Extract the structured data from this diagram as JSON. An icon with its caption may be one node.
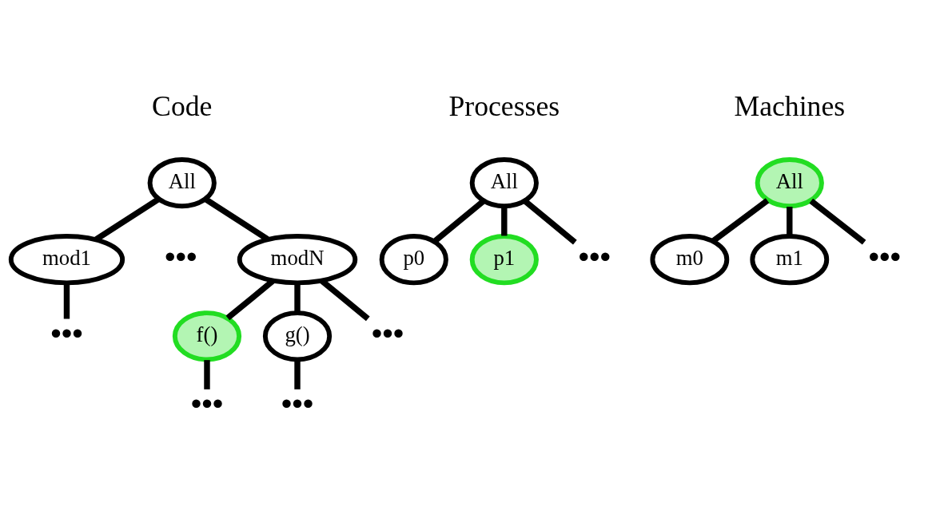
{
  "diagram": {
    "nodes": [
      {
        "text": [
          "All"
        ]
      },
      {
        "text": [
          "mod1"
        ]
      },
      {
        "text": [
          "modN"
        ]
      },
      {
        "text": [
          "•••"
        ]
      },
      {
        "text": [
          "f()"
        ]
      },
      {
        "text": [
          "g()"
        ]
      },
      {
        "text": [
          "•••"
        ]
      },
      {
        "text": [
          "•••"
        ]
      },
      {
        "text": [
          "•••"
        ]
      },
      {
        "text": [
          "All"
        ]
      },
      {
        "text": [
          "p0"
        ]
      },
      {
        "text": [
          "p1"
        ]
      },
      {
        "text": [
          "•••"
        ]
      },
      {
        "text": [
          "All"
        ]
      },
      {
        "text": [
          "m0"
        ]
      },
      {
        "text": [
          "m1"
        ]
      },
      {
        "text": [
          "•••"
        ]
      }
    ],
    "edges": [
      {
        "from": 0,
        "to": 1,
        "arrow": "none"
      },
      {
        "from": 0,
        "to": 2,
        "arrow": "none"
      },
      {
        "from": 1,
        "to": 3,
        "arrow": "none"
      },
      {
        "from": 2,
        "to": 4,
        "arrow": "none"
      },
      {
        "from": 2,
        "to": 5,
        "arrow": "none"
      },
      {
        "from": 2,
        "to": 6,
        "arrow": "none"
      },
      {
        "from": 4,
        "to": 7,
        "arrow": "none"
      },
      {
        "from": 5,
        "to": 8,
        "arrow": "none"
      },
      {
        "from": 9,
        "to": 10,
        "arrow": "none"
      },
      {
        "from": 9,
        "to": 11,
        "arrow": "none"
      },
      {
        "from": 9,
        "to": 12,
        "arrow": "none"
      },
      {
        "from": 13,
        "to": 14,
        "arrow": "none"
      },
      {
        "from": 13,
        "to": 15,
        "arrow": "none"
      },
      {
        "from": 13,
        "to": 16,
        "arrow": "none"
      }
    ],
    "labels": [
      "Code",
      "Processes",
      "Machines",
      "•••"
    ]
  }
}
